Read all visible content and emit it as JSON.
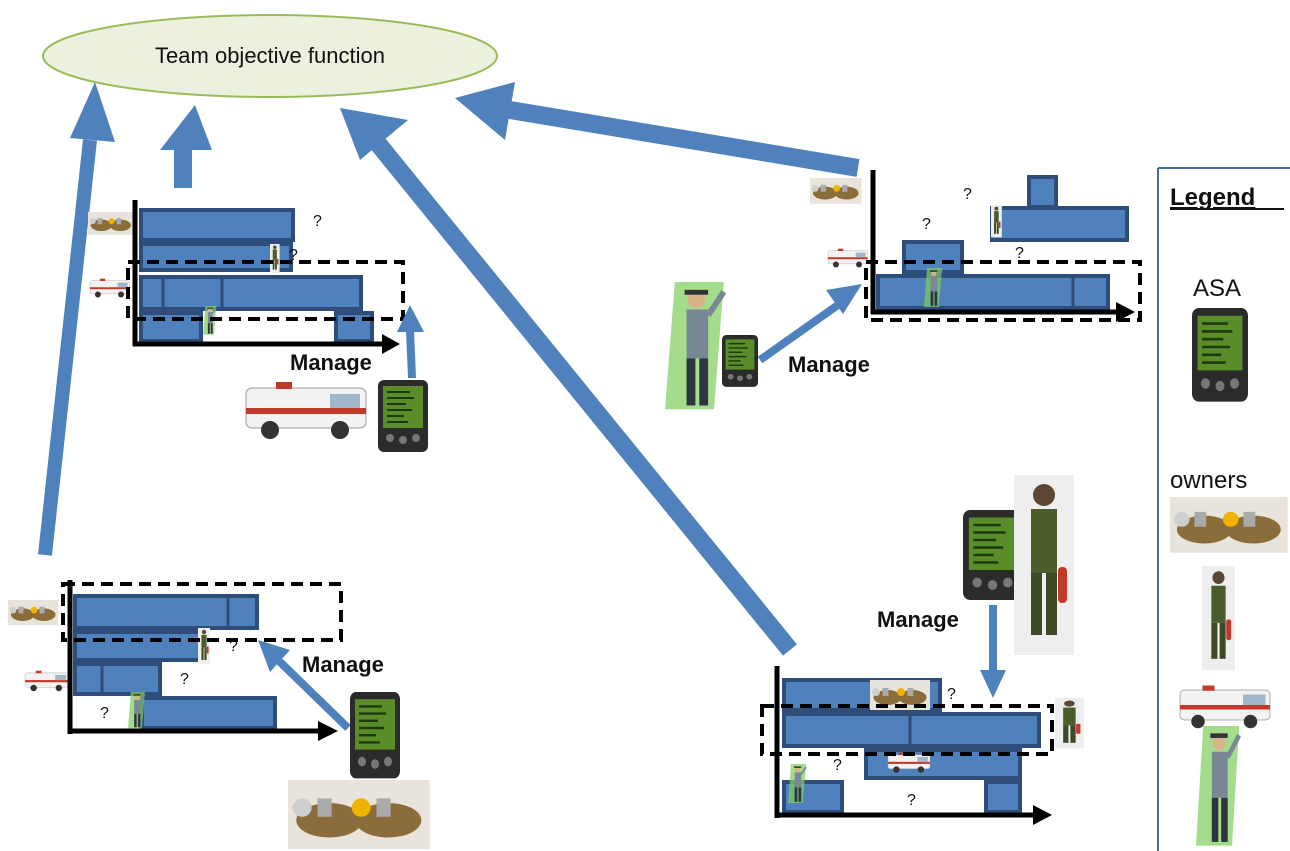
{
  "objective": {
    "label": "Team objective function"
  },
  "manage_label": "Manage",
  "question_mark": "?",
  "legend": {
    "title": "Legend",
    "asa_label": "ASA",
    "owners_label": "owners",
    "owner_icons": [
      "firefighters-crawling-icon",
      "firefighter-standing-icon",
      "ambulance-icon",
      "police-officer-icon"
    ]
  },
  "panels": [
    {
      "name": "ambulance-schedule",
      "manager": "ambulance"
    },
    {
      "name": "police-schedule",
      "manager": "police-officer"
    },
    {
      "name": "firefighter-team-schedule",
      "manager": "firefighters-crawling"
    },
    {
      "name": "firefighter-schedule",
      "manager": "firefighter-standing"
    }
  ],
  "colors": {
    "arrow": "#4f81bd",
    "bar_fill": "#4f81bd",
    "bar_stroke": "#2f4d7a",
    "ellipse_fill": "#ebf1de",
    "ellipse_stroke": "#9bbb59",
    "pda_body": "#2b2b2b",
    "pda_screen": "#5a8c2a"
  }
}
